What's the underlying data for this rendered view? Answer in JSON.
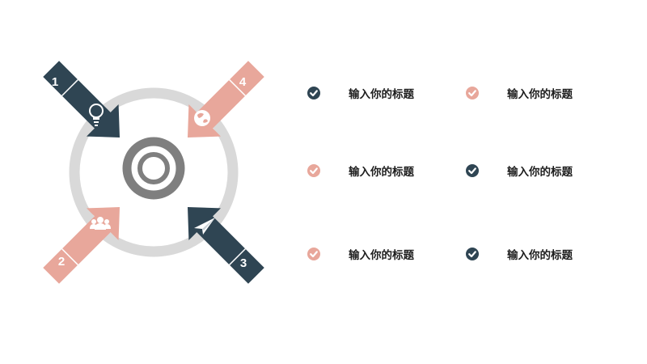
{
  "colors": {
    "dark": "#2f4553",
    "pink": "#e8a79b",
    "ring": "#d9d9d9",
    "target": "#7f7f7f"
  },
  "arrows": [
    {
      "number": "1",
      "color": "dark",
      "icon": "lightbulb-icon"
    },
    {
      "number": "2",
      "color": "pink",
      "icon": "people-icon"
    },
    {
      "number": "3",
      "color": "dark",
      "icon": "paper-plane-icon"
    },
    {
      "number": "4",
      "color": "pink",
      "icon": "globe-icon"
    }
  ],
  "items": [
    {
      "label": "输入你的标题",
      "check_color": "dark"
    },
    {
      "label": "输入你的标题",
      "check_color": "pink"
    },
    {
      "label": "输入你的标题",
      "check_color": "pink"
    },
    {
      "label": "输入你的标题",
      "check_color": "dark"
    },
    {
      "label": "输入你的标题",
      "check_color": "pink"
    },
    {
      "label": "输入你的标题",
      "check_color": "dark"
    }
  ]
}
